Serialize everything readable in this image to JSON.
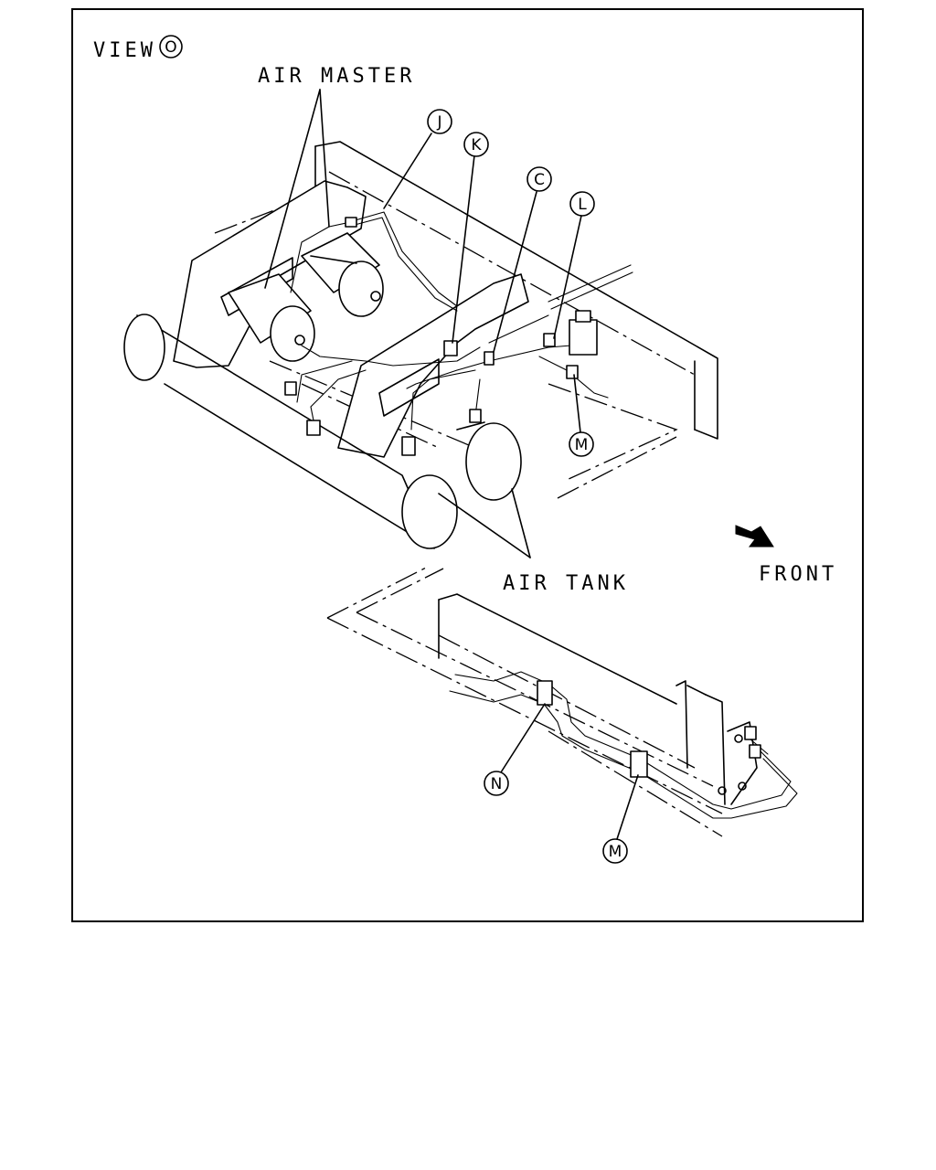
{
  "view": {
    "label": "VIEW",
    "letter": "O"
  },
  "labels": {
    "air_master": "AIR MASTER",
    "air_tank": "AIR TANK",
    "front": "FRONT"
  },
  "callouts": {
    "j": "J",
    "k": "K",
    "c": "C",
    "l": "L",
    "m_upper": "M",
    "n": "N",
    "m_lower": "M"
  }
}
